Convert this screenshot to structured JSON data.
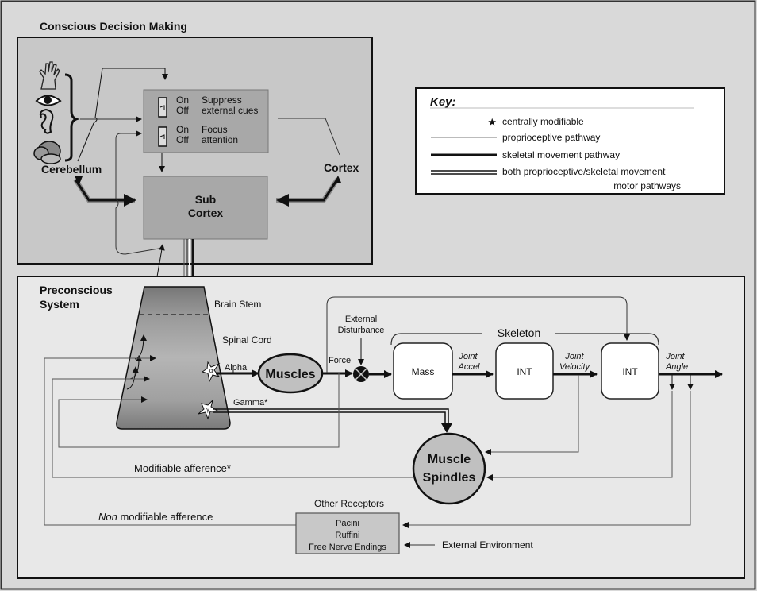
{
  "colors": {
    "outer_bg": "#d9d9d9",
    "conscious_bg": "#c8c8c8",
    "preconscious_bg": "#e8e8e8",
    "box_fill": "#a8a8a8",
    "node_fill": "#c0c0c0",
    "white": "#ffffff",
    "line_dark": "#111111",
    "line_gray": "#555555"
  },
  "conscious": {
    "title": "Conscious Decision Making",
    "sense_icons": [
      "hand-icon",
      "eye-icon",
      "ear-icon",
      "vestibular-icon"
    ],
    "cerebellum": "Cerebellum",
    "cortex": "Cortex",
    "switches": [
      {
        "on": "On",
        "off": "Off",
        "line1": "Suppress",
        "line2": "external cues"
      },
      {
        "on": "On",
        "off": "Off",
        "line1": "Focus",
        "line2": "attention"
      }
    ],
    "subcortex": [
      "Sub",
      "Cortex"
    ]
  },
  "key": {
    "title": "Key:",
    "items": [
      {
        "symbol": "star",
        "label": "centrally modifiable"
      },
      {
        "symbol": "thin-line",
        "label": "proprioceptive pathway"
      },
      {
        "symbol": "thick-line",
        "label": "skeletal movement pathway"
      },
      {
        "symbol": "double-line",
        "label": "both proprioceptive/skeletal movement",
        "label2": "motor pathways"
      }
    ],
    "star_glyph": "★"
  },
  "preconscious": {
    "title_line1": "Preconscious",
    "title_line2": "System",
    "brain_stem": "Brain Stem",
    "spinal_cord": "Spinal Cord",
    "alpha": "Alpha",
    "gamma": "Gamma*",
    "alpha_glyph": "α",
    "gamma_glyph": "γ",
    "muscles": "Muscles",
    "force": "Force",
    "external_disturbance_1": "External",
    "external_disturbance_2": "Disturbance",
    "skeleton": "Skeleton",
    "mass": "Mass",
    "int1": "INT",
    "int2": "INT",
    "joint_accel_1": "Joint",
    "joint_accel_2": "Accel",
    "joint_velocity_1": "Joint",
    "joint_velocity_2": "Velocity",
    "joint_angle_1": "Joint",
    "joint_angle_2": "Angle",
    "muscle_spindles_1": "Muscle",
    "muscle_spindles_2": "Spindles",
    "modifiable_afference": "Modifiable afference*",
    "non_modifiable_1": "Non",
    "non_modifiable_2": " modifiable afference",
    "other_receptors": "Other Receptors",
    "receptors": [
      "Pacini",
      "Ruffini",
      "Free Nerve Endings"
    ],
    "external_environment": "External Environment"
  }
}
